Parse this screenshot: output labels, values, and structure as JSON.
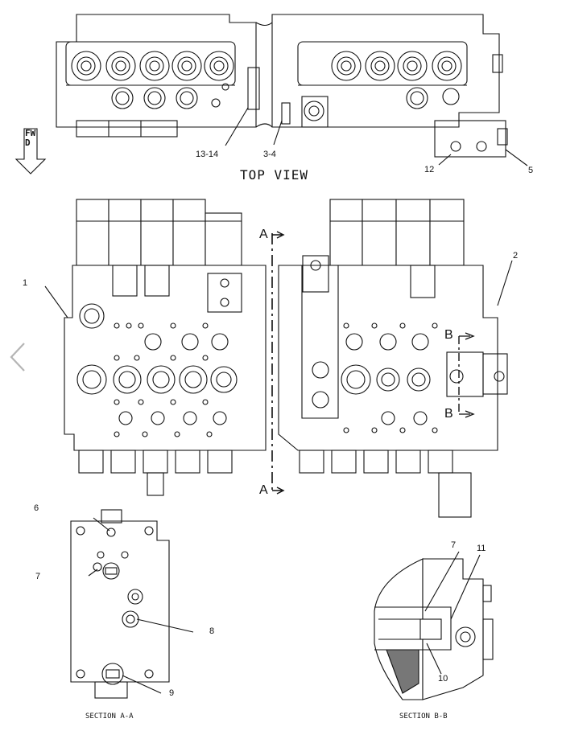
{
  "views": {
    "top_view_label": "TOP VIEW",
    "section_aa_label": "SECTION A-A",
    "section_bb_label": "SECTION B-B"
  },
  "fwd_indicator": {
    "text": "FWD"
  },
  "callouts": {
    "c13_14": "13-14",
    "c3_4": "3-4",
    "c12": "12",
    "c5": "5",
    "c1": "1",
    "c2": "2",
    "c6": "6",
    "c7a": "7",
    "c8": "8",
    "c9": "9",
    "c7b": "7",
    "c11": "11",
    "c10": "10"
  },
  "section_marks": {
    "a_top": "A",
    "a_bottom": "A",
    "b_top": "B",
    "b_bottom": "B"
  },
  "nav": {
    "prev_icon": "chevron-left-icon"
  }
}
